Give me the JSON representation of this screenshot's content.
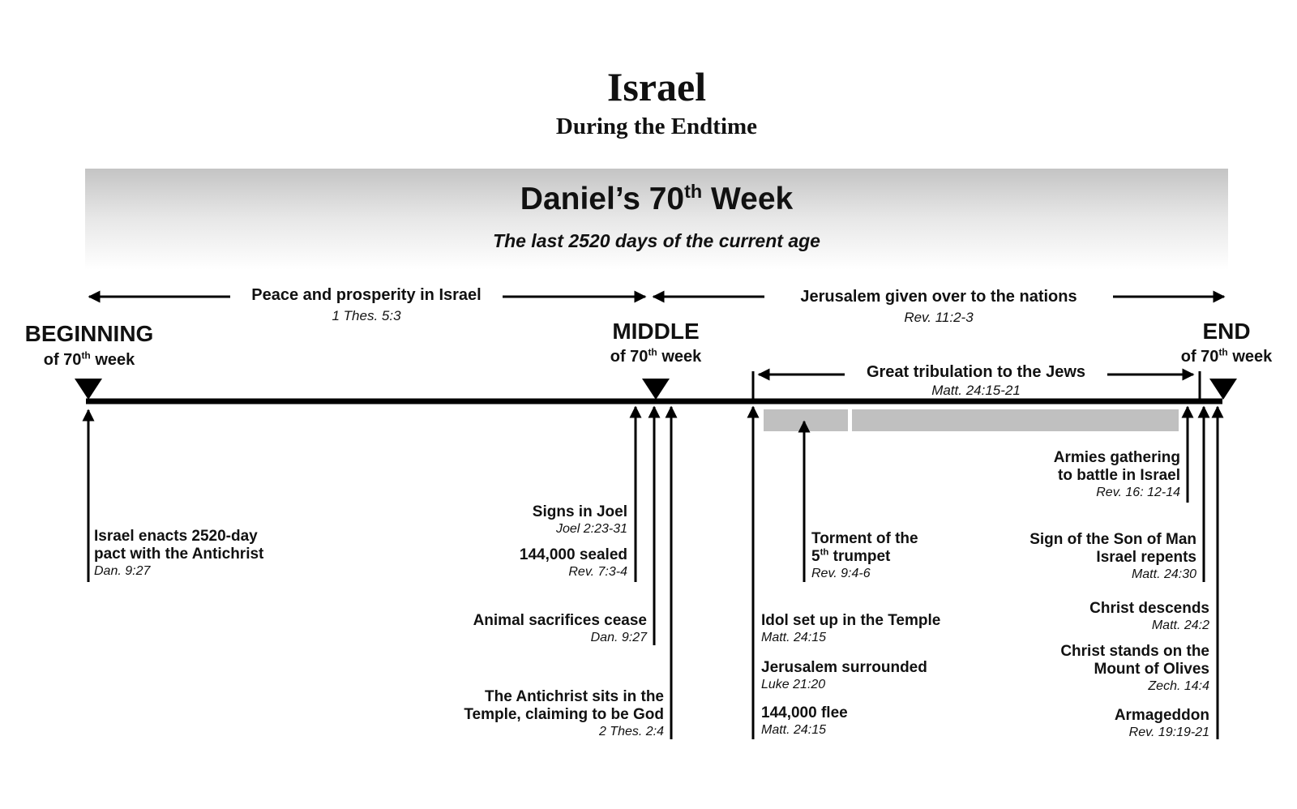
{
  "title": "Israel",
  "subtitle": "During the Endtime",
  "banner": {
    "title_main": "Daniel’s 70",
    "title_sup": "th",
    "title_end": " Week",
    "subtitle": "The last 2520 days of the current age"
  },
  "spans": {
    "peace": {
      "label": "Peace and prosperity in Israel",
      "ref": "1 Thes. 5:3"
    },
    "nations": {
      "label": "Jerusalem given over to the nations",
      "ref": "Rev. 11:2-3"
    },
    "tribulation": {
      "label": "Great tribulation to the Jews",
      "ref": "Matt. 24:15-21"
    }
  },
  "markers": {
    "beginning": {
      "title": "BEGINNING",
      "of": "of 70",
      "sup": "th",
      "week": " week"
    },
    "middle": {
      "title": "MIDDLE",
      "of": "of 70",
      "sup": "th",
      "week": " week"
    },
    "end": {
      "title": "END",
      "of": "of 70",
      "sup": "th",
      "week": " week"
    }
  },
  "events": {
    "pact": {
      "line1": "Israel enacts 2520-day",
      "line2": "pact with the Antichrist",
      "ref": "Dan. 9:27"
    },
    "signs_joel": {
      "label": "Signs in Joel",
      "ref": "Joel 2:23-31"
    },
    "sealed": {
      "label": "144,000 sealed",
      "ref": "Rev. 7:3-4"
    },
    "sacrifices": {
      "label": "Animal sacrifices cease",
      "ref": "Dan. 9:27"
    },
    "antichrist_temple": {
      "line1": "The Antichrist sits in the",
      "line2": "Temple, claiming to be God",
      "ref": "2 Thes. 2:4"
    },
    "torment": {
      "line1": "Torment of the",
      "line2_num": "5",
      "line2_sup": "th",
      "line2_end": " trumpet",
      "ref": "Rev. 9:4-6"
    },
    "idol": {
      "label": "Idol set up in the Temple",
      "ref": "Matt. 24:15"
    },
    "surrounded": {
      "label": "Jerusalem surrounded",
      "ref": "Luke 21:20"
    },
    "flee": {
      "label": "144,000 flee",
      "ref": "Matt. 24:15"
    },
    "armies": {
      "line1": "Armies gathering",
      "line2": "to battle in Israel",
      "ref": "Rev. 16: 12-14"
    },
    "sign_son": {
      "line1": "Sign of the Son of Man",
      "line2": "Israel repents",
      "ref": "Matt. 24:30"
    },
    "descends": {
      "label": "Christ descends",
      "ref": "Matt. 24:2"
    },
    "olives": {
      "line1": "Christ stands on the",
      "line2": "Mount of Olives",
      "ref": "Zech. 14:4"
    },
    "armageddon": {
      "label": "Armageddon",
      "ref": "Rev. 19:19-21"
    }
  },
  "colors": {
    "line": "#000000",
    "bar": "#c0c0c0"
  }
}
